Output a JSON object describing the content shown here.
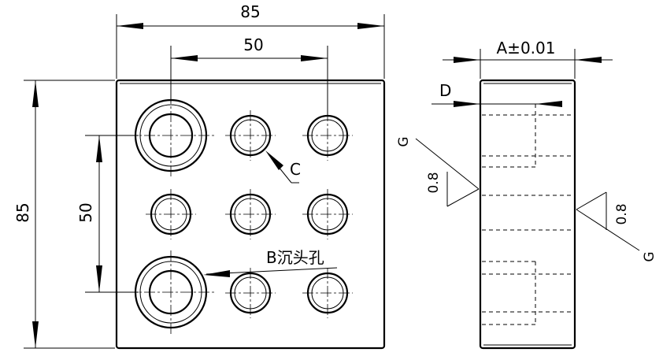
{
  "front_view": {
    "dim_width": "85",
    "dim_spacing_horizontal": "50",
    "dim_height": "85",
    "dim_spacing_vertical": "50",
    "label_hole_c": "C",
    "label_counterbore": "B沉头孔"
  },
  "side_view": {
    "dim_thickness": "A±0.01",
    "label_d": "D",
    "roughness_left_value": "0.8",
    "roughness_left_letter": "G",
    "roughness_right_value": "0.8",
    "roughness_right_letter": "G"
  }
}
